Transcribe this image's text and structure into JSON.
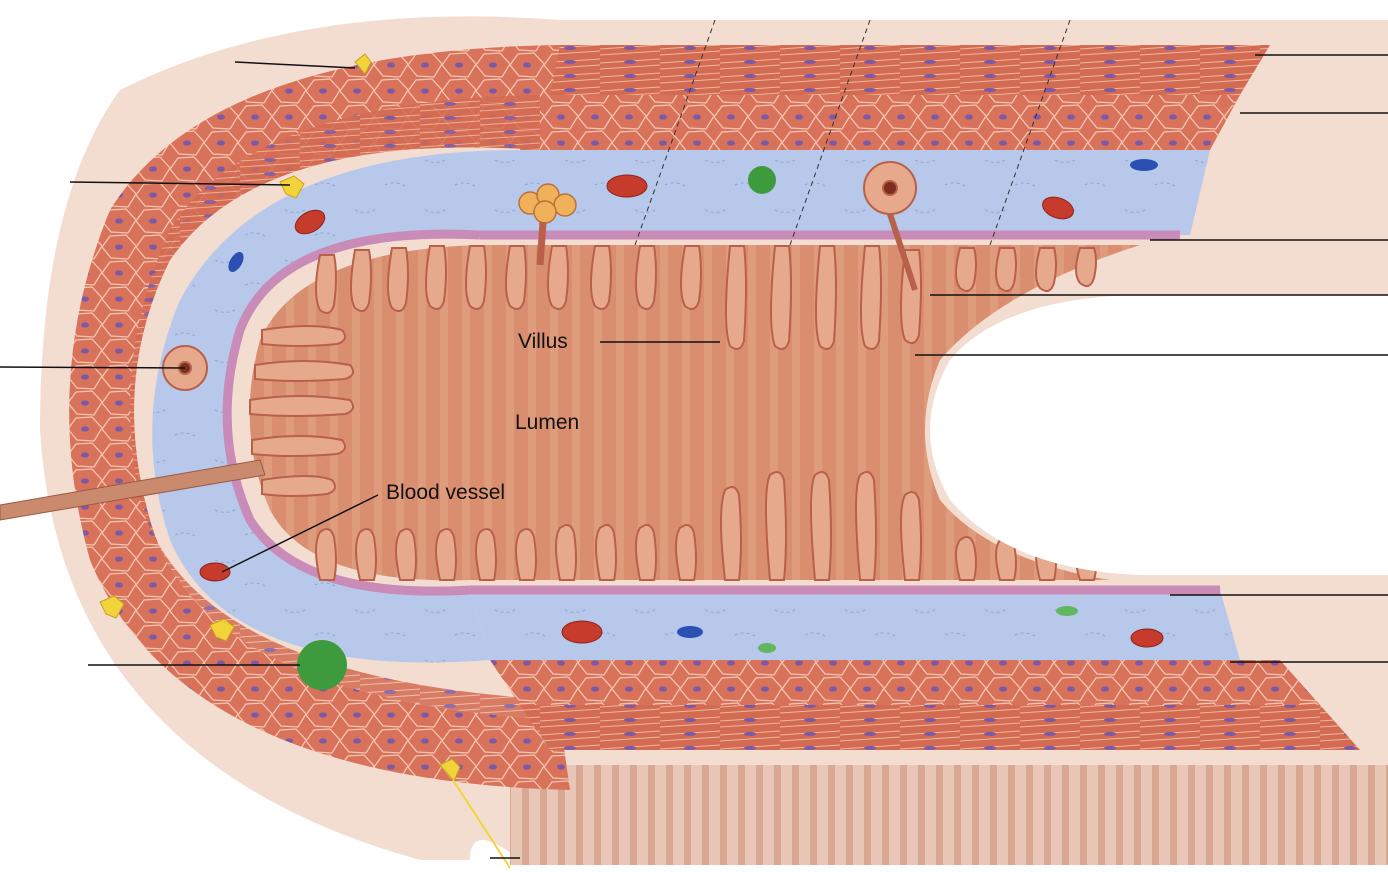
{
  "labels": {
    "villus": "Villus",
    "lumen": "Lumen",
    "blood_vessel": "Blood vessel"
  },
  "colors": {
    "muscle": "#d9725a",
    "muscle_dark": "#b8543d",
    "muscle_cell_line": "#f4c6b0",
    "nucleus": "#7a5aa6",
    "submucosa": "#b7c8ea",
    "submucosa_dark": "#8fa5d6",
    "mucosa": "#e3a07f",
    "lumen": "#d98f6f",
    "villus_fill": "#e7a98c",
    "villus_edge": "#b9604a",
    "membrane": "#c98bb8",
    "blood_cell": "#c63b2b",
    "lymph": "#3d9b3d",
    "nerve": "#f2d43a",
    "serosa": "#f3ddd0",
    "leader_line": "#111111"
  }
}
